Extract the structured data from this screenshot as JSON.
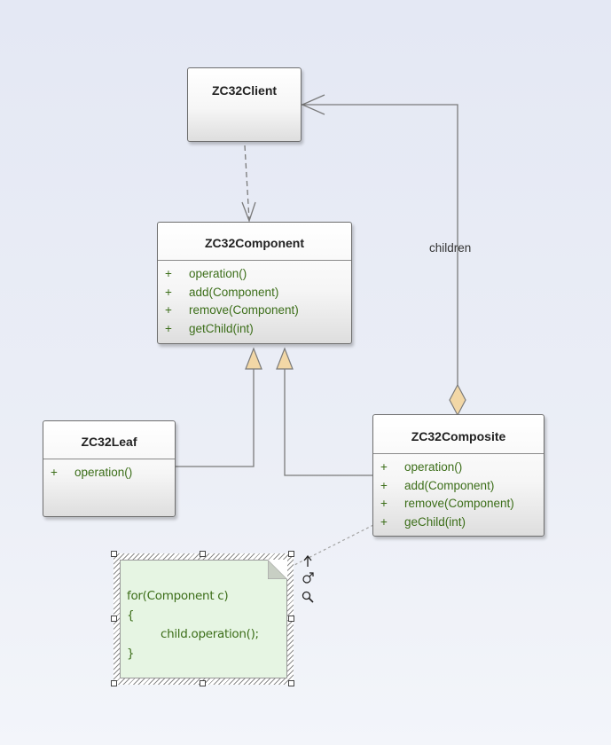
{
  "classes": {
    "client": {
      "name": "ZC32Client"
    },
    "component": {
      "name": "ZC32Component",
      "operations": [
        {
          "visibility": "+",
          "signature": "operation()"
        },
        {
          "visibility": "+",
          "signature": "add(Component)"
        },
        {
          "visibility": "+",
          "signature": "remove(Component)"
        },
        {
          "visibility": "+",
          "signature": "getChild(int)"
        }
      ]
    },
    "leaf": {
      "name": "ZC32Leaf",
      "operations": [
        {
          "visibility": "+",
          "signature": "operation()"
        }
      ]
    },
    "composite": {
      "name": "ZC32Composite",
      "operations": [
        {
          "visibility": "+",
          "signature": "operation()"
        },
        {
          "visibility": "+",
          "signature": "add(Component)"
        },
        {
          "visibility": "+",
          "signature": "remove(Component)"
        },
        {
          "visibility": "+",
          "signature": "geChild(int)"
        }
      ]
    }
  },
  "edges": {
    "aggregation_label": "children"
  },
  "note": {
    "lines": [
      "for(Component c)",
      "{",
      "    child.operation();",
      "}"
    ]
  },
  "context_icons": [
    "up-arrow-icon",
    "link-icon",
    "magnifier-icon"
  ],
  "colors": {
    "operation_text": "#3c6e19",
    "note_fill": "#e6f5e3",
    "aggregation_diamond": "#f2d7a6",
    "generalization_arrow": "#f2d7a6"
  }
}
